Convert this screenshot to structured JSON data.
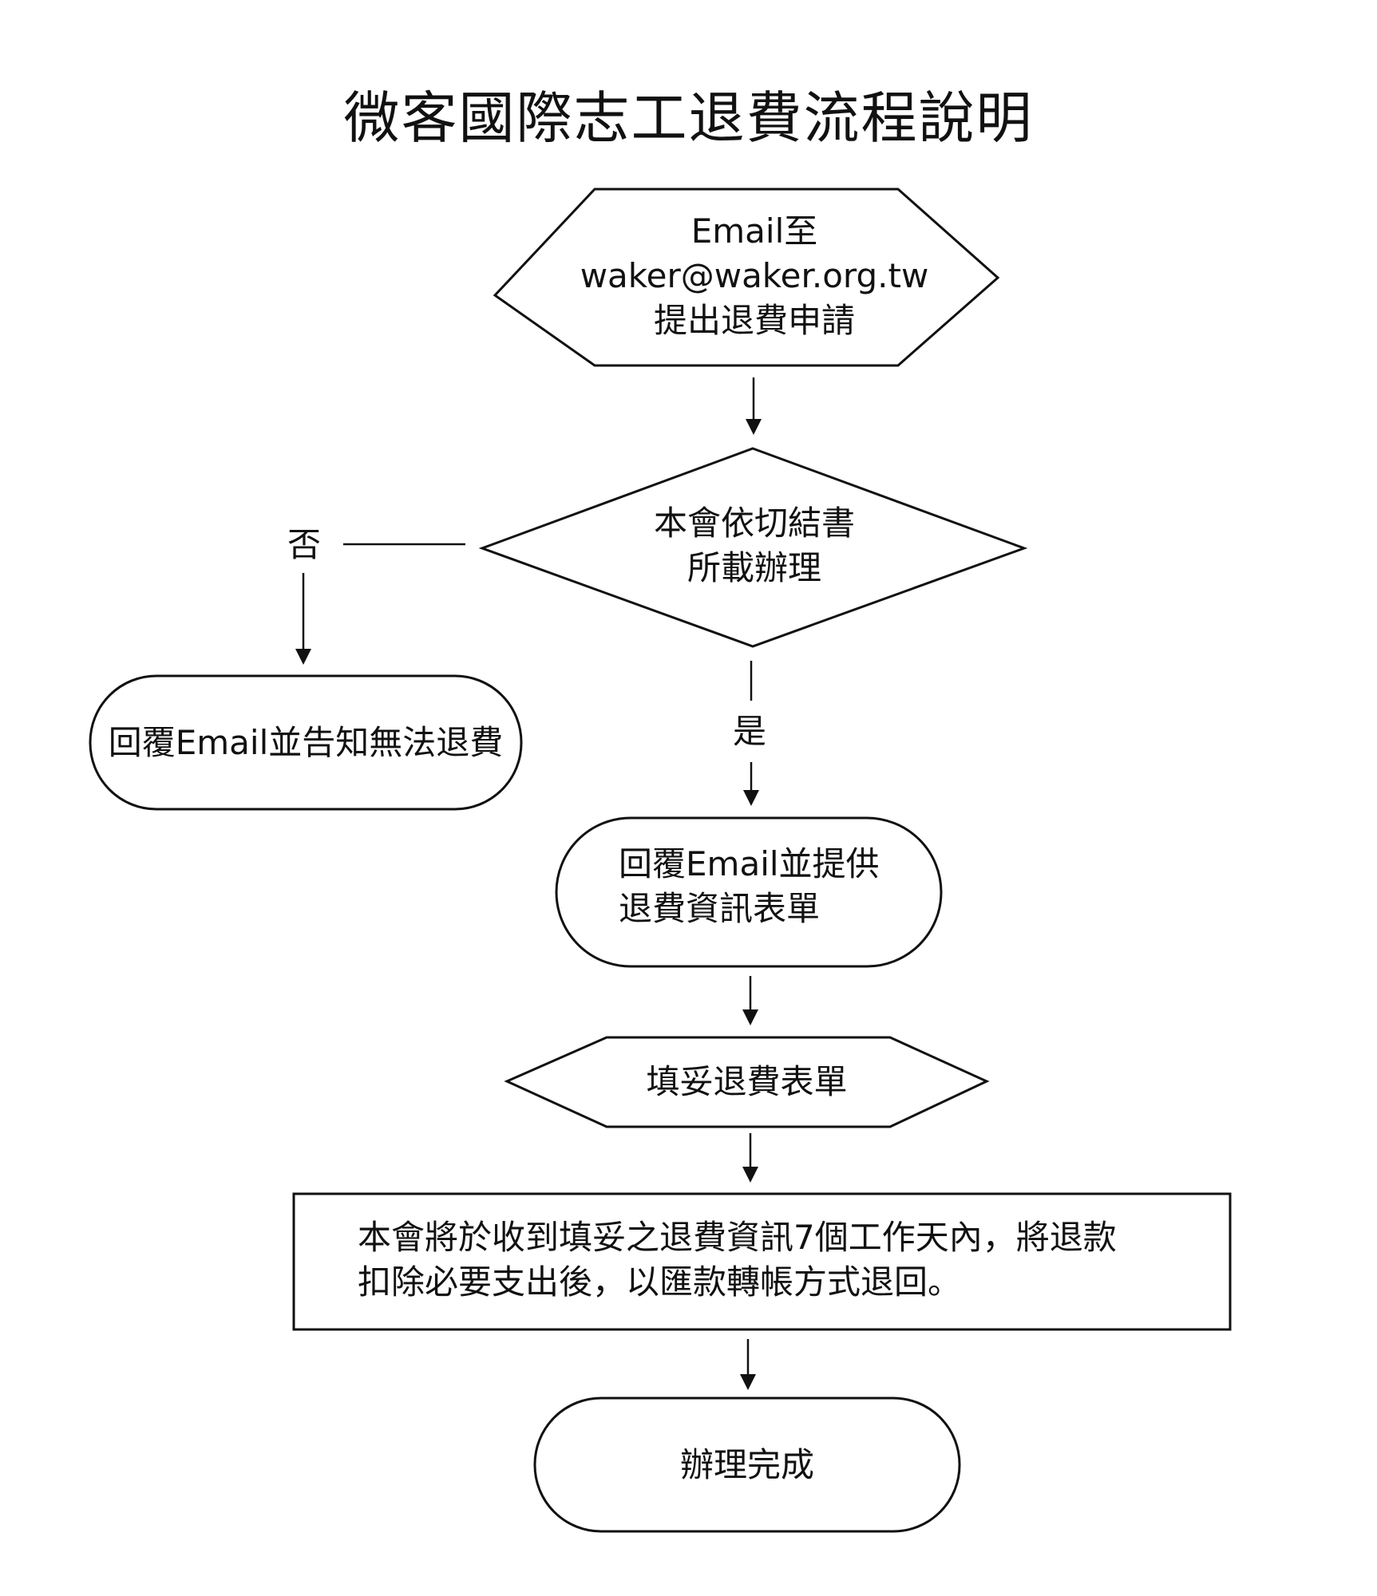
{
  "title": "微客國際志工退費流程說明",
  "nodes": {
    "submit": {
      "lines": [
        "Email至",
        "waker@waker.org.tw",
        "提出退費申請"
      ]
    },
    "decision": {
      "lines": [
        "本會依切結書",
        "所載辦理"
      ]
    },
    "no_branch": {
      "label": "否"
    },
    "yes_branch": {
      "label": "是"
    },
    "reject": {
      "text": "回覆Email並告知無法退費"
    },
    "provide_form": {
      "lines": [
        "回覆Email並提供",
        "退費資訊表單"
      ]
    },
    "fill_form": {
      "text": "填妥退費表單"
    },
    "refund": {
      "lines": [
        "本會將於收到填妥之退費資訊7個工作天內，將退款",
        "扣除必要支出後，以匯款轉帳方式退回。"
      ]
    },
    "done": {
      "text": "辦理完成"
    }
  }
}
